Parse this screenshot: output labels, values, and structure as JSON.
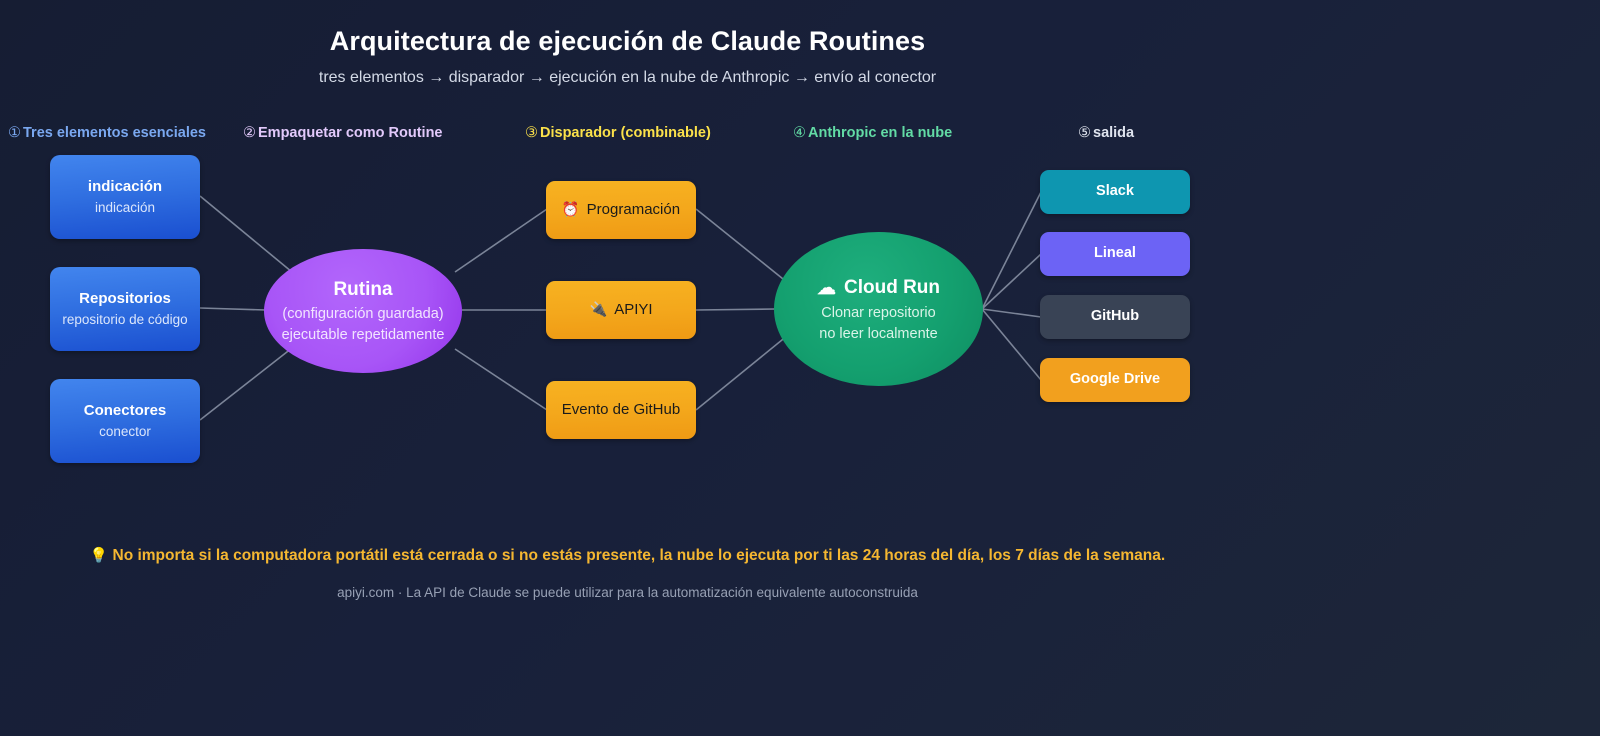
{
  "header": {
    "title": "Arquitectura de ejecución de Claude Routines",
    "subtitle": "tres elementos → disparador → ejecución en la nube de Anthropic → envío al conector"
  },
  "columns": [
    {
      "num": "①",
      "label": "Tres elementos esenciales",
      "color": "#7aa8f0"
    },
    {
      "num": "②",
      "label": "Empaquetar como Routine",
      "color": "#e2c9fb"
    },
    {
      "num": "③",
      "label": "Disparador (combinable)",
      "color": "#fbe14a"
    },
    {
      "num": "④",
      "label": "Anthropic en la nube",
      "color": "#62dba5"
    },
    {
      "num": "⑤",
      "label": "salida",
      "color": "#dfe4ee"
    }
  ],
  "inputs": [
    {
      "title": "indicación",
      "sub": "indicación"
    },
    {
      "title": "Repositorios",
      "sub": "repositorio de código"
    },
    {
      "title": "Conectores",
      "sub": "conector"
    }
  ],
  "routine": {
    "title": "Rutina",
    "sub1": "(configuración guardada)",
    "sub2": "ejecutable repetidamente"
  },
  "triggers": [
    {
      "icon": "⏰",
      "icon_name": "alarm-clock-icon",
      "label": "Programación"
    },
    {
      "icon": "🔌",
      "icon_name": "plug-icon",
      "label": "APIYI"
    },
    {
      "icon": "",
      "icon_name": "",
      "label": "Evento de GitHub"
    }
  ],
  "cloud": {
    "icon": "☁",
    "title": "Cloud Run",
    "sub1": "Clonar repositorio",
    "sub2": "no leer localmente"
  },
  "outputs": [
    {
      "label": "Slack",
      "color": "#0e96b0"
    },
    {
      "label": "Lineal",
      "color": "#6c63f5"
    },
    {
      "label": "GitHub",
      "color": "#394355"
    },
    {
      "label": "Google Drive",
      "color": "#f2a01e"
    }
  ],
  "footer": {
    "icon": "💡",
    "note": "No importa si la computadora portátil está cerrada o si no estás presente, la nube lo ejecuta por ti las 24 horas del día, los 7 días de la semana.",
    "attribution": "apiyi.com · La API de Claude se puede utilizar para la automatización equivalente autoconstruida"
  },
  "theme": {
    "background_start": "#161d33",
    "background_end": "#1d2639",
    "edge_color": "#7b8498"
  }
}
